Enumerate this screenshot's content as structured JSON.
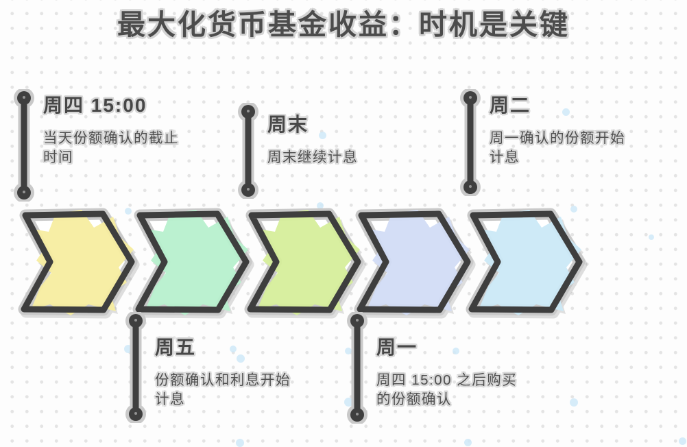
{
  "title": "最大化货币基金收益：时机是关键",
  "palette": {
    "ink": "#474747",
    "outline_dark": "#3e3e3e",
    "outline_halo": "#c9c9c9",
    "background": "#fdfdfd",
    "dot_grid": "#e4e4e4",
    "speckle_blue": "#cfe9f8"
  },
  "steps": [
    {
      "name": "thursday",
      "color": "#f7eda0"
    },
    {
      "name": "friday",
      "color": "#b7f0cd"
    },
    {
      "name": "weekend",
      "color": "#d6ee9b"
    },
    {
      "name": "monday",
      "color": "#d2dcf5"
    },
    {
      "name": "tuesday",
      "color": "#cbe9f7"
    }
  ],
  "markers": [
    {
      "position": "top",
      "step": "thursday",
      "heading": "周四 15:00",
      "body_line1": "当天份额确认的截止",
      "body_line2": "时间"
    },
    {
      "position": "bottom",
      "step": "friday",
      "heading": "周五",
      "body_line1": "份额确认和利息开始",
      "body_line2": "计息"
    },
    {
      "position": "top",
      "step": "weekend",
      "heading": "周末",
      "body_line1": "周末继续计息",
      "body_line2": ""
    },
    {
      "position": "bottom",
      "step": "monday",
      "heading": "周一",
      "body_line1": "周四 15:00 之后购买",
      "body_line2": "的份额确认"
    },
    {
      "position": "top",
      "step": "tuesday",
      "heading": "周二",
      "body_line1": "周一确认的份额开始",
      "body_line2": "计息"
    }
  ]
}
